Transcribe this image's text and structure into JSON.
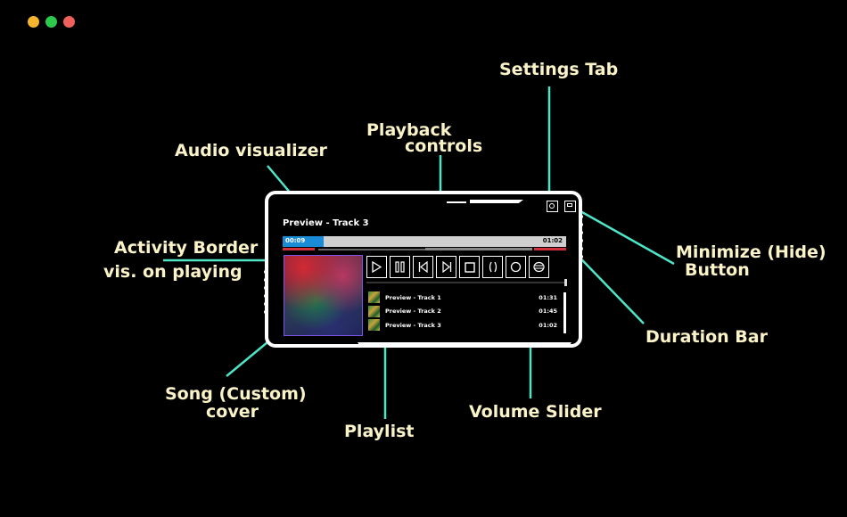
{
  "window": {
    "dots": [
      "#f5b52e",
      "#2ec84a",
      "#f0605a"
    ]
  },
  "annotations": {
    "settings_tab": "Settings Tab",
    "playback_controls_1": "Playback",
    "playback_controls_2": "controls",
    "audio_visualizer": "Audio visualizer",
    "activity_border_1": "Activity Border",
    "activity_border_2": "vis. on playing",
    "minimize_1": "Minimize (Hide)",
    "minimize_2": "Button",
    "duration_bar": "Duration Bar",
    "song_cover_1": "Song (Custom)",
    "song_cover_2": "cover",
    "volume_slider": "Volume Slider",
    "playlist": "Playlist"
  },
  "player": {
    "title": "Preview - Track 3",
    "elapsed": "00:09",
    "total": "01:02",
    "progress_fraction": 0.145,
    "volume_fraction": 1.0,
    "controls": [
      "play-icon",
      "pause-icon",
      "previous-icon",
      "next-icon",
      "stop-icon",
      "shuffle-icon",
      "repeat-icon",
      "menu-icon"
    ],
    "playlist": [
      {
        "name": "Preview - Track 1",
        "duration": "01:31"
      },
      {
        "name": "Preview - Track 2",
        "duration": "01:45"
      },
      {
        "name": "Preview - Track 3",
        "duration": "01:02"
      }
    ],
    "colors": {
      "border": "#ffffff",
      "progress": "#1a8bd6",
      "activity_border": "#7c55e8",
      "accent": "#d2303a"
    }
  },
  "leader_color": "#4ee6c8"
}
